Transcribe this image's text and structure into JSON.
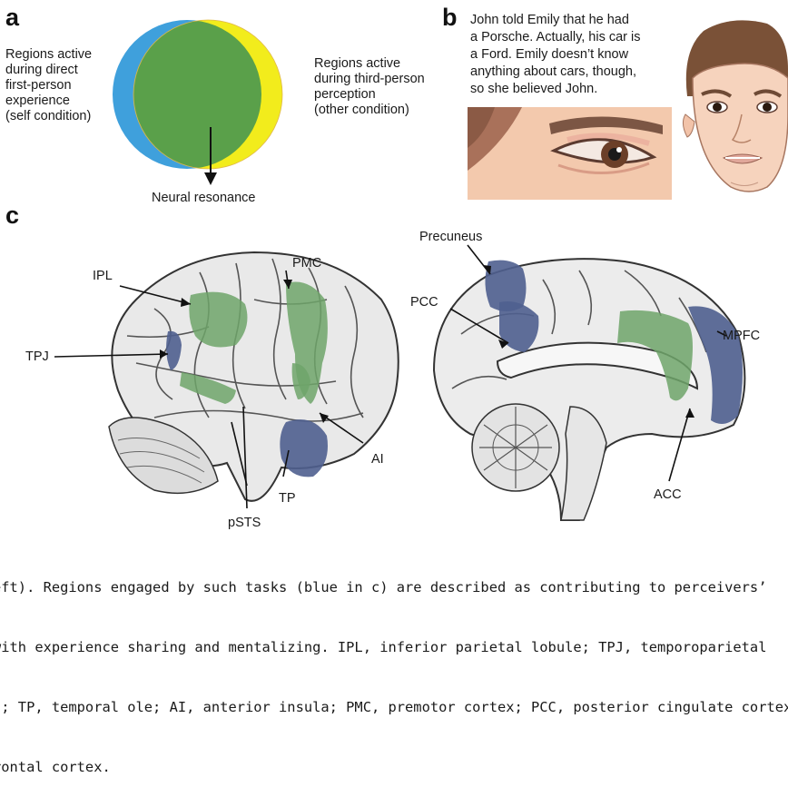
{
  "panel_a": {
    "letter": "a",
    "left_circle_label": [
      "Regions active",
      "during direct",
      "first-person",
      "experience",
      "(self condition)"
    ],
    "right_circle_label": [
      "Regions active",
      "during third-person",
      "perception",
      "(other condition)"
    ],
    "overlap_label": "Neural resonance",
    "colors": {
      "self": "#3fa0dc",
      "other": "#f2ec1c",
      "overlap": "#5aa04a"
    }
  },
  "panel_b": {
    "letter": "b",
    "story": [
      "John told Emily that he had",
      "a Porsche. Actually, his car is",
      "a Ford. Emily doesn’t know",
      "anything about cars, though,",
      "so she believed John."
    ]
  },
  "panel_c": {
    "letter": "c",
    "lateral_labels": {
      "ipl": "IPL",
      "pmc": "PMC",
      "tpj": "TPJ",
      "ai": "AI",
      "tp": "TP",
      "psts": "pSTS"
    },
    "medial_labels": {
      "precuneus": "Precuneus",
      "pcc": "PCC",
      "mpfc": "MPFC",
      "acc": "ACC"
    },
    "colors": {
      "green_region": "#6fa56a",
      "blue_region": "#4f5f8f"
    }
  },
  "caption": {
    "lines": [
      "eft). Regions engaged by such tasks (blue in c) are described as contributing to perceivers’",
      "with experience sharing and mentalizing. IPL, inferior parietal lobule; TPJ, temporoparietal",
      "s; TP, temporal ole; AI, anterior insula; PMC, premotor cortex; PCC, posterior cingulate cortex;",
      "rontal cortex."
    ]
  }
}
